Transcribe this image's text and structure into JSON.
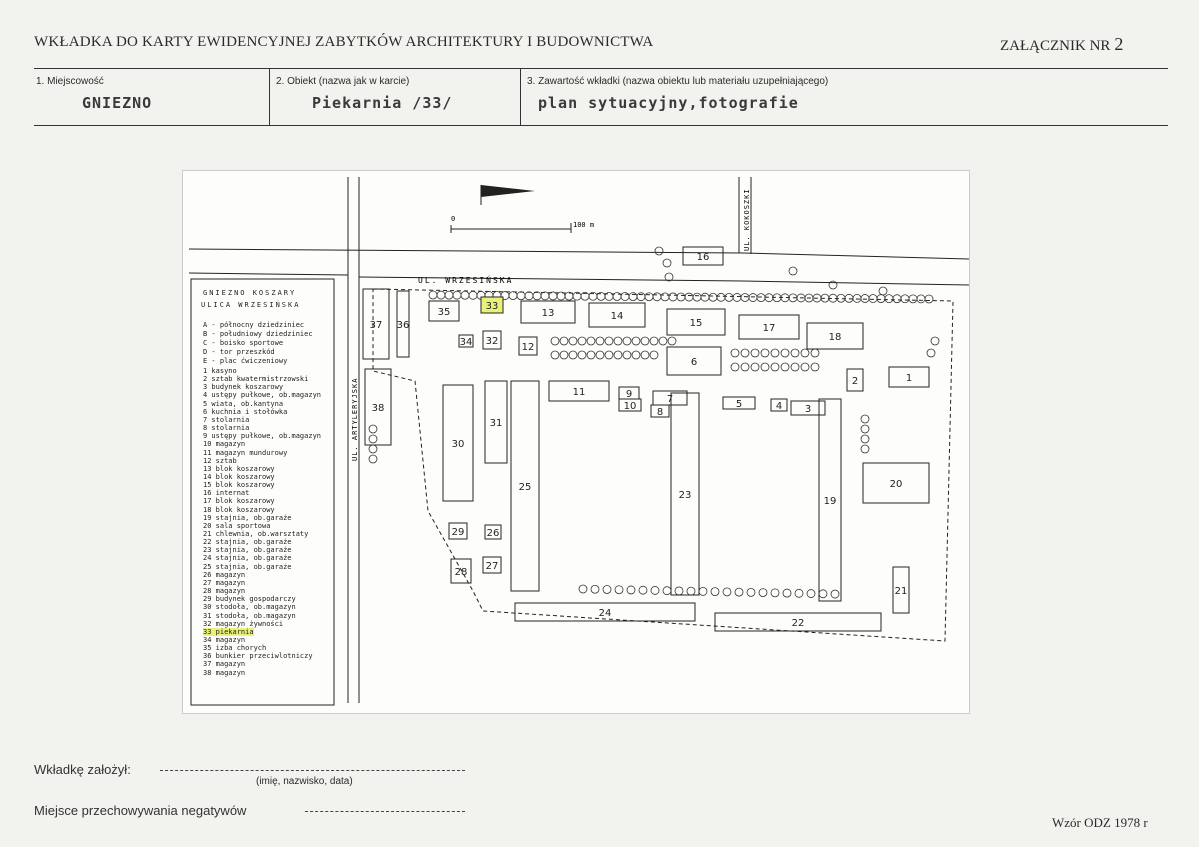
{
  "header": {
    "title": "WKŁADKA DO KARTY EWIDENCYJNEJ ZABYTKÓW ARCHITEKTURY I BUDOWNICTWA",
    "annex_label": "ZAŁĄCZNIK NR",
    "annex_number": "2"
  },
  "fields": {
    "f1_label": "1. Miejscowość",
    "f1_value": "GNIEZNO",
    "f2_label": "2. Obiekt (nazwa jak w karcie)",
    "f2_value": "Piekarnia /33/",
    "f3_label": "3. Zawartość wkładki (nazwa obiektu lub materiału uzupełniającego)",
    "f3_value": "plan sytuacyjny,fotografie"
  },
  "map": {
    "street_top": "UL. WRZESIŃSKA",
    "street_left": "UL. ARTYLERYJSKA",
    "street_right": "UL. KOKOSZKI",
    "scale_start": "0",
    "scale_label": "100 m",
    "legend_title_1": "GNIEZNO  KOSZARY",
    "legend_title_2": "ULICA WRZESIŃSKA",
    "legend_letters": [
      "A - północny dziedziniec",
      "B - południowy dziedziniec",
      "C - boisko sportowe",
      "D - tor przeszkód",
      "E - plac ćwiczeniowy"
    ],
    "legend_numbers": [
      "1  kasyno",
      "2  sztab kwatermistrzowski",
      "3  budynek koszarowy",
      "4  ustępy pułkowe, ob.magazyn",
      "5  wiata, ob.kantyna",
      "6  kuchnia i stołówka",
      "7  stolarnia",
      "8  stolarnia",
      "9  ustępy pułkowe, ob.magazyn",
      "10 magazyn",
      "11 magazyn mundurowy",
      "12 sztab",
      "13 blok koszarowy",
      "14 blok koszarowy",
      "15 blok koszarowy",
      "16 internat",
      "17 blok koszarowy",
      "18 blok koszarowy",
      "19 stajnia, ob.garaże",
      "20 sala sportowa",
      "21 chlewnia, ob.warsztaty",
      "22 stajnia, ob.garaże",
      "23 stajnia, ob.garaże",
      "24 stajnia, ob.garaże",
      "25 stajnia, ob.garaże",
      "26 magazyn",
      "27 magazyn",
      "28 magazyn",
      "29 budynek gospodarczy",
      "30 stodoła, ob.magazyn",
      "31 stodoła, ob.magazyn",
      "32 magazyn żywności",
      "33 piekarnia",
      "34 magazyn",
      "35 izba chorych",
      "36 bunkier przeciwlotniczy",
      "37 magazyn",
      "38 magazyn"
    ],
    "buildings": [
      {
        "n": "1"
      },
      {
        "n": "2"
      },
      {
        "n": "3"
      },
      {
        "n": "4"
      },
      {
        "n": "5"
      },
      {
        "n": "6"
      },
      {
        "n": "7"
      },
      {
        "n": "8"
      },
      {
        "n": "9"
      },
      {
        "n": "10"
      },
      {
        "n": "11"
      },
      {
        "n": "12"
      },
      {
        "n": "13"
      },
      {
        "n": "14"
      },
      {
        "n": "15"
      },
      {
        "n": "16"
      },
      {
        "n": "17"
      },
      {
        "n": "18"
      },
      {
        "n": "19"
      },
      {
        "n": "20"
      },
      {
        "n": "21"
      },
      {
        "n": "22"
      },
      {
        "n": "23"
      },
      {
        "n": "24"
      },
      {
        "n": "25"
      },
      {
        "n": "26"
      },
      {
        "n": "27"
      },
      {
        "n": "28"
      },
      {
        "n": "29"
      },
      {
        "n": "30"
      },
      {
        "n": "31"
      },
      {
        "n": "32"
      },
      {
        "n": "33"
      },
      {
        "n": "34"
      },
      {
        "n": "35"
      },
      {
        "n": "36"
      },
      {
        "n": "37"
      },
      {
        "n": "38"
      }
    ],
    "highlighted_building": "33",
    "highlight_color": "#e8f27a"
  },
  "footer": {
    "founded_label": "Wkładkę założył:",
    "founded_hint": "(imię, nazwisko, data)",
    "storage_label": "Miejsce przechowywania negatywów",
    "form_code": "Wzór ODZ 1978 r"
  }
}
